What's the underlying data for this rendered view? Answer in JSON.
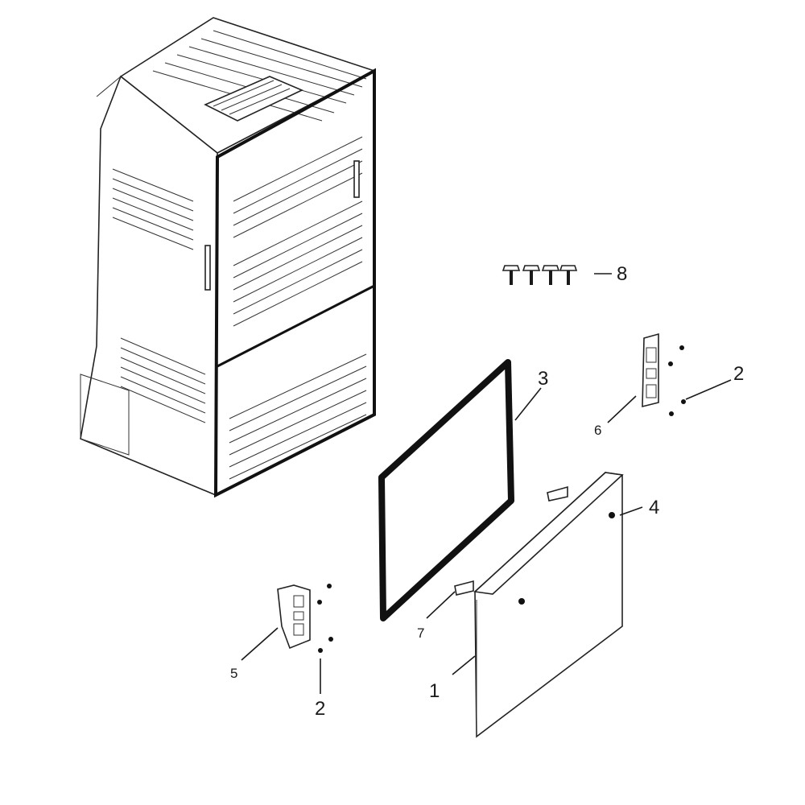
{
  "callouts": {
    "c1": "1",
    "c2a": "2",
    "c2b": "2",
    "c3": "3",
    "c4": "4",
    "c5": "5",
    "c6": "6",
    "c7": "7",
    "c8": "8"
  },
  "colors": {
    "line": "#1a1a1a",
    "background": "#ffffff"
  }
}
